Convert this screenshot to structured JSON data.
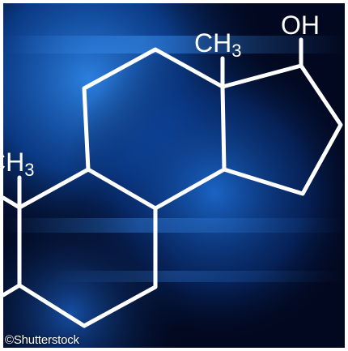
{
  "image": {
    "colors": {
      "background_dark": "#02081f",
      "background_glow": "#1a6fd8",
      "bond_color": "#ffffff"
    },
    "molecule": {
      "labels": {
        "methyl_top": "CH",
        "methyl_top_sub": "3",
        "hydroxyl": "OH",
        "methyl_left": "CH",
        "methyl_left_sub": "3"
      }
    },
    "watermark": {
      "symbol": "©",
      "text": "Shutterstock"
    }
  }
}
